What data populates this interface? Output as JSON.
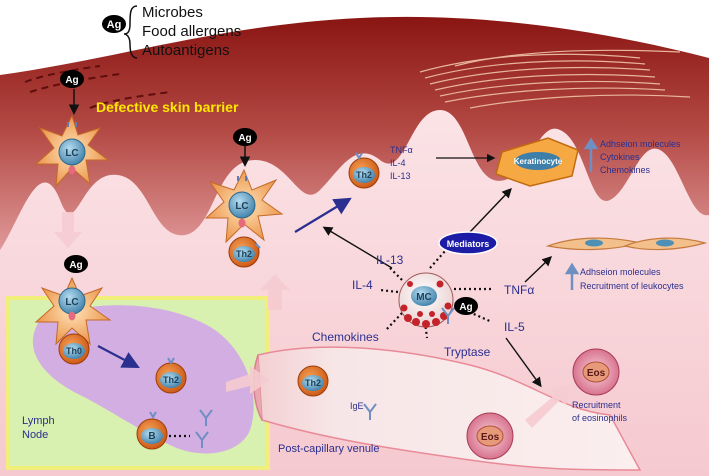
{
  "antigen_list": {
    "badge": "Ag",
    "items": [
      "Microbes",
      "Food allergens",
      "Autoantigens"
    ]
  },
  "barrier_label": "Defective skin barrier",
  "cells": {
    "ag": "Ag",
    "lc": "LC",
    "th2": "Th2",
    "th0": "Th0",
    "b": "B",
    "mc": "MC",
    "eos": "Eos",
    "keratinocyte": "Keratinocyte"
  },
  "th2_cytokines": [
    "TNFα",
    "IL-4",
    "IL-13"
  ],
  "keratinocyte_effects": [
    "Adhseion molecules",
    "Cytokines",
    "Chemokines"
  ],
  "endothelial_effects": [
    "Adhseion molecules",
    "Recruitment of leukocytes"
  ],
  "mast_cell": {
    "mediators": "Mediators",
    "il13": "IL-13",
    "il4": "IL-4",
    "tnf": "TNFα",
    "chemokines": "Chemokines",
    "tryptase": "Tryptase",
    "il5": "IL-5"
  },
  "lymph_node": [
    "Lymph",
    "Node"
  ],
  "ige": "IgE",
  "venule": "Post-capillary venule",
  "eos_recruit": [
    "Recruitment",
    "of eosinophils"
  ],
  "colors": {
    "skin_top": "#9c1d1a",
    "skin_mid": "#e29c9c",
    "dermis": "#f7d2d6",
    "lymph_box": "#d8f0b0",
    "node_purple": "#d3a6e8",
    "barrier_text": "#ffe800",
    "navy_text": "#2b2f8f",
    "th2_fill": "#e0661c",
    "lc_fill": "#4d8fb5"
  }
}
